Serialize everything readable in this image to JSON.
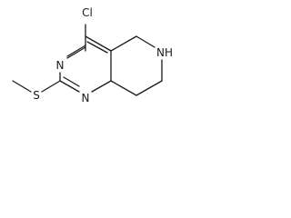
{
  "molecule": {
    "atoms": {
      "cl": "Cl",
      "n1": "N",
      "n3": "N",
      "nh": "NH",
      "s": "S"
    }
  },
  "colors": {
    "bond": "#1a1a1a",
    "background": "#ffffff"
  }
}
